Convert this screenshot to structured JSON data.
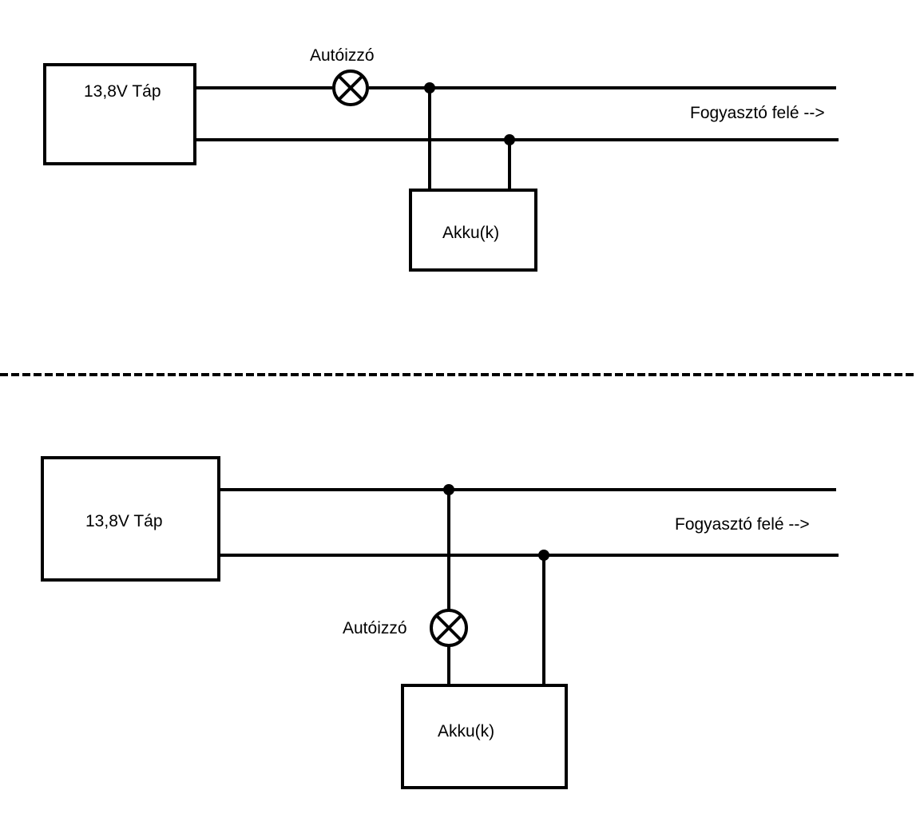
{
  "diagrams": [
    {
      "id": "series-lamp",
      "power_supply_label": "13,8V Táp",
      "lamp_label": "Autóizzó",
      "battery_label": "Akku(k)",
      "load_direction_label": "Fogyasztó felé -->"
    },
    {
      "id": "branch-lamp",
      "power_supply_label": "13,8V Táp",
      "lamp_label": "Autóizzó",
      "battery_label": "Akku(k)",
      "load_direction_label": "Fogyasztó felé -->"
    }
  ],
  "separator": "dashed-line",
  "colors": {
    "ink": "#000000",
    "background": "#ffffff"
  }
}
